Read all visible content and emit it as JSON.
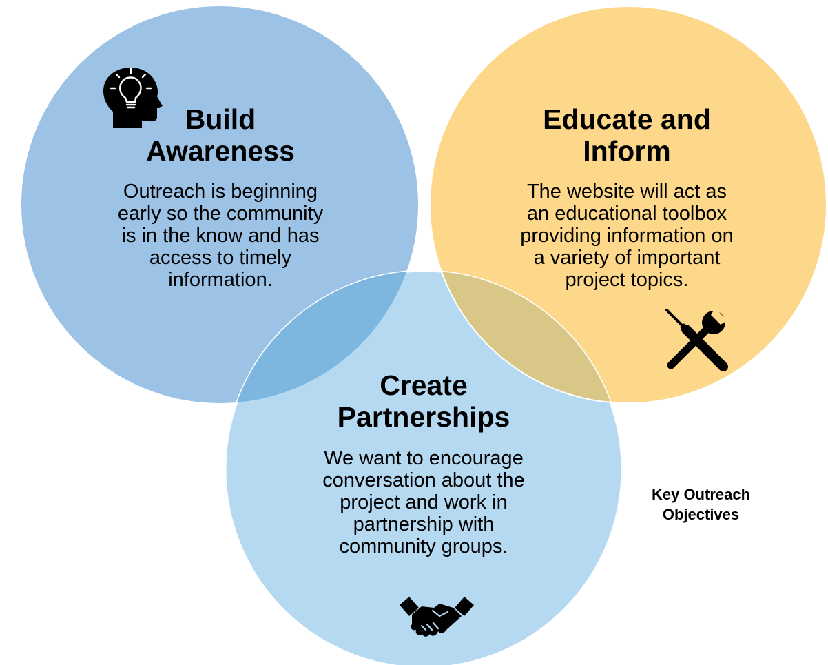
{
  "diagram": {
    "circles": [
      {
        "id": "build-awareness",
        "title": "Build\nAwareness",
        "description": "Outreach is beginning\nearly so the community\nis in the know and has\naccess to timely\ninformation.",
        "color": "#9cc2e5",
        "icon": "lightbulb-head-icon"
      },
      {
        "id": "educate-inform",
        "title": "Educate and\nInform",
        "description": "The website will act as\nan educational toolbox\nproviding information on\na variety of important\nproject topics.",
        "color": "#fdd88a",
        "icon": "tools-icon"
      },
      {
        "id": "create-partnerships",
        "title": "Create\nPartnerships",
        "description": "We want to encourage\nconversation about the\nproject and work in\npartnership with\ncommunity groups.",
        "color": "#b6d9f2",
        "icon": "handshake-icon"
      }
    ],
    "overlap_colors": {
      "awareness_partnerships": "#7db7e0",
      "educate_partnerships": "#d8c787"
    },
    "caption": "Key Outreach\nObjectives"
  }
}
